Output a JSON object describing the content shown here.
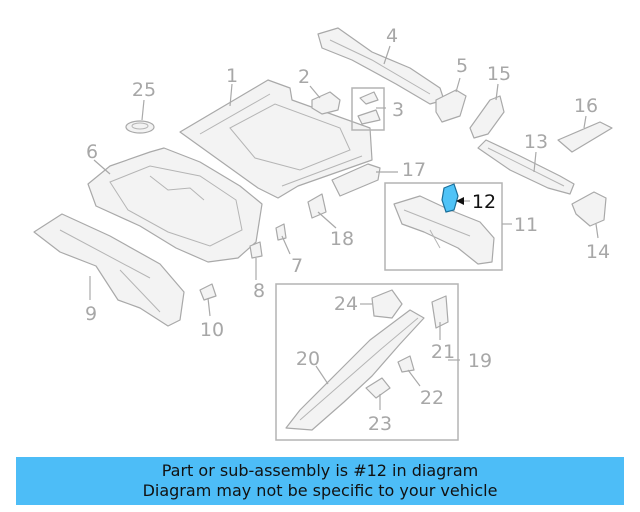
{
  "callouts": [
    {
      "id": "1",
      "label": "1"
    },
    {
      "id": "2",
      "label": "2"
    },
    {
      "id": "3",
      "label": "3"
    },
    {
      "id": "4",
      "label": "4"
    },
    {
      "id": "5",
      "label": "5"
    },
    {
      "id": "6",
      "label": "6"
    },
    {
      "id": "7",
      "label": "7"
    },
    {
      "id": "8",
      "label": "8"
    },
    {
      "id": "9",
      "label": "9"
    },
    {
      "id": "10",
      "label": "10"
    },
    {
      "id": "11",
      "label": "11"
    },
    {
      "id": "12",
      "label": "12"
    },
    {
      "id": "13",
      "label": "13"
    },
    {
      "id": "14",
      "label": "14"
    },
    {
      "id": "15",
      "label": "15"
    },
    {
      "id": "16",
      "label": "16"
    },
    {
      "id": "17",
      "label": "17"
    },
    {
      "id": "18",
      "label": "18"
    },
    {
      "id": "19",
      "label": "19"
    },
    {
      "id": "20",
      "label": "20"
    },
    {
      "id": "21",
      "label": "21"
    },
    {
      "id": "22",
      "label": "22"
    },
    {
      "id": "23",
      "label": "23"
    },
    {
      "id": "24",
      "label": "24"
    },
    {
      "id": "25",
      "label": "25"
    }
  ],
  "highlighted_part": "12",
  "colors": {
    "highlight": "#4fc3f7",
    "banner": "#4dbdf7",
    "part_line": "#a9a9a9"
  },
  "banner": {
    "line1": "Part or sub-assembly is #12 in diagram",
    "line2": "Diagram may not be specific to your vehicle"
  }
}
